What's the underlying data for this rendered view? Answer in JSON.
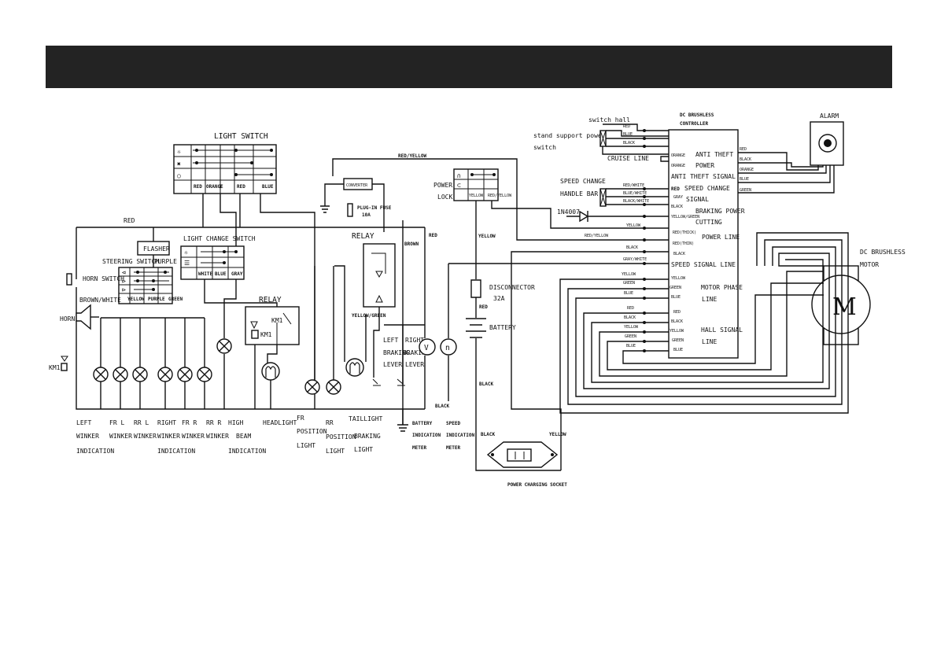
{
  "header": {
    "color": "#232323",
    "title": ""
  },
  "switches": {
    "light_switch": {
      "title": "LIGHT SWITCH",
      "wires": [
        "RED",
        "ORANGE",
        "RED",
        "BLUE"
      ]
    },
    "light_change_switch": {
      "title": "LIGHT CHANGE SWITCH",
      "wires": [
        "WHITE",
        "BLUE",
        "GRAY"
      ]
    },
    "steering_switch": {
      "title": "STEERING SWITCH",
      "color": "PURPLE",
      "wires": [
        "YELLOW",
        "PURPLE",
        "GREEN"
      ]
    },
    "horn_switch": "HORN SWITCH"
  },
  "labels": {
    "red": "RED",
    "flasher": "FLASHER",
    "brown_white": "BROWN/WHITE",
    "horn": "HORN",
    "km1": "KM1",
    "relay": "RELAY",
    "relay_right": "RELAY",
    "converter": "CONVERTER",
    "plugin_fuse": "PLUG-IN FUSE",
    "fuse_rating": "10A",
    "red_yellow_top": "RED/YELLOW",
    "power_lock_1": "POWER",
    "power_lock_2": "LOCK",
    "yellow": "YELLOW",
    "red_yellow": "RED/YELLOW",
    "brown": "BROWN",
    "yellow_green": "YELLOW/GREEN",
    "disconnector": "DISCONNECTOR",
    "disconnector_rating": "32A",
    "battery": "BATTERY",
    "black": "BLACK",
    "power_charging_socket": "POWER CHARGING SOCKET",
    "switch_hall": "switch hall",
    "stand_support": "stand support power",
    "switch_word": "switch",
    "speed_change_handle_1": "SPEED CHANGE",
    "speed_change_handle_2": "HANDLE BAR",
    "diode": "1N4007",
    "cruise_line": "CRUISE LINE",
    "controller_1": "DC BRUSHLESS",
    "controller_2": "CONTROLLER",
    "alarm": "ALARM",
    "motor_1": "DC BRUSHLESS",
    "motor_2": "MOTOR",
    "motor_symbol": "M",
    "voltmeter": "V",
    "speedometer": "n"
  },
  "lamp_groups": [
    {
      "lines": [
        "LEFT",
        "WINKER",
        "INDICATION"
      ]
    },
    {
      "lines": [
        "FR L",
        "WINKER"
      ]
    },
    {
      "lines": [
        "RR L",
        "WINKER"
      ]
    },
    {
      "lines": [
        "RIGHT",
        "WINKER",
        "INDICATION"
      ]
    },
    {
      "lines": [
        "FR R",
        "WINKER"
      ]
    },
    {
      "lines": [
        "RR R",
        "WINKER"
      ]
    },
    {
      "lines": [
        "HIGH",
        "BEAM",
        "INDICATION"
      ]
    },
    {
      "lines": [
        "HEADLIGHT"
      ]
    },
    {
      "lines": [
        "FR",
        "POSITION",
        "LIGHT"
      ]
    },
    {
      "lines": [
        "RR",
        "POSITION",
        "LIGHT"
      ]
    },
    {
      "lines": [
        "TAILLIGHT"
      ]
    },
    {
      "lines": [
        "BRAKING",
        "LIGHT"
      ]
    },
    {
      "lines": [
        "LEFT",
        "BRAKING",
        "LEVER"
      ]
    },
    {
      "lines": [
        "RIGHT",
        "BRAKING",
        "LEVER"
      ]
    },
    {
      "lines": [
        "BATTERY",
        "INDICATION",
        "METER"
      ]
    },
    {
      "lines": [
        "SPEED",
        "INDICATION",
        "METER"
      ]
    }
  ],
  "controller_left_wires": [
    "RED",
    "BLUE",
    "BLACK",
    "ORANGE",
    "ORANGE",
    "RED/WHITE",
    "BLUE/WHITE",
    "BLACK/WHITE",
    "YELLOW",
    "RED/YELLOW",
    "BLACK",
    "GRAY/WHITE",
    "YELLOW",
    "GREEN",
    "BLUE",
    "RED",
    "BLACK",
    "YELLOW",
    "GREEN",
    "BLUE"
  ],
  "controller_inner": [
    "ORANGE",
    "ORANGE",
    "RED",
    "GRAY",
    "BLACK",
    "YELLOW/GREEN",
    "RED(THICK)",
    "RED(THIN)",
    "BLACK",
    "YELLOW",
    "GREEN",
    "BLUE",
    "RED",
    "BLACK",
    "YELLOW",
    "GREEN",
    "BLUE"
  ],
  "controller_functions": [
    "ANTI THEFT",
    "POWER",
    "ANTI THEFT SIGNAL",
    "SPEED CHANGE",
    "SIGNAL",
    "BRAKING POWER",
    "CUTTING",
    "POWER LINE",
    "SPEED SIGNAL LINE",
    "MOTOR PHASE",
    "LINE",
    "HALL SIGNAL",
    "LINE"
  ],
  "alarm_wires": [
    "RED",
    "BLACK",
    "ORANGE",
    "BLUE",
    "GREEN"
  ]
}
